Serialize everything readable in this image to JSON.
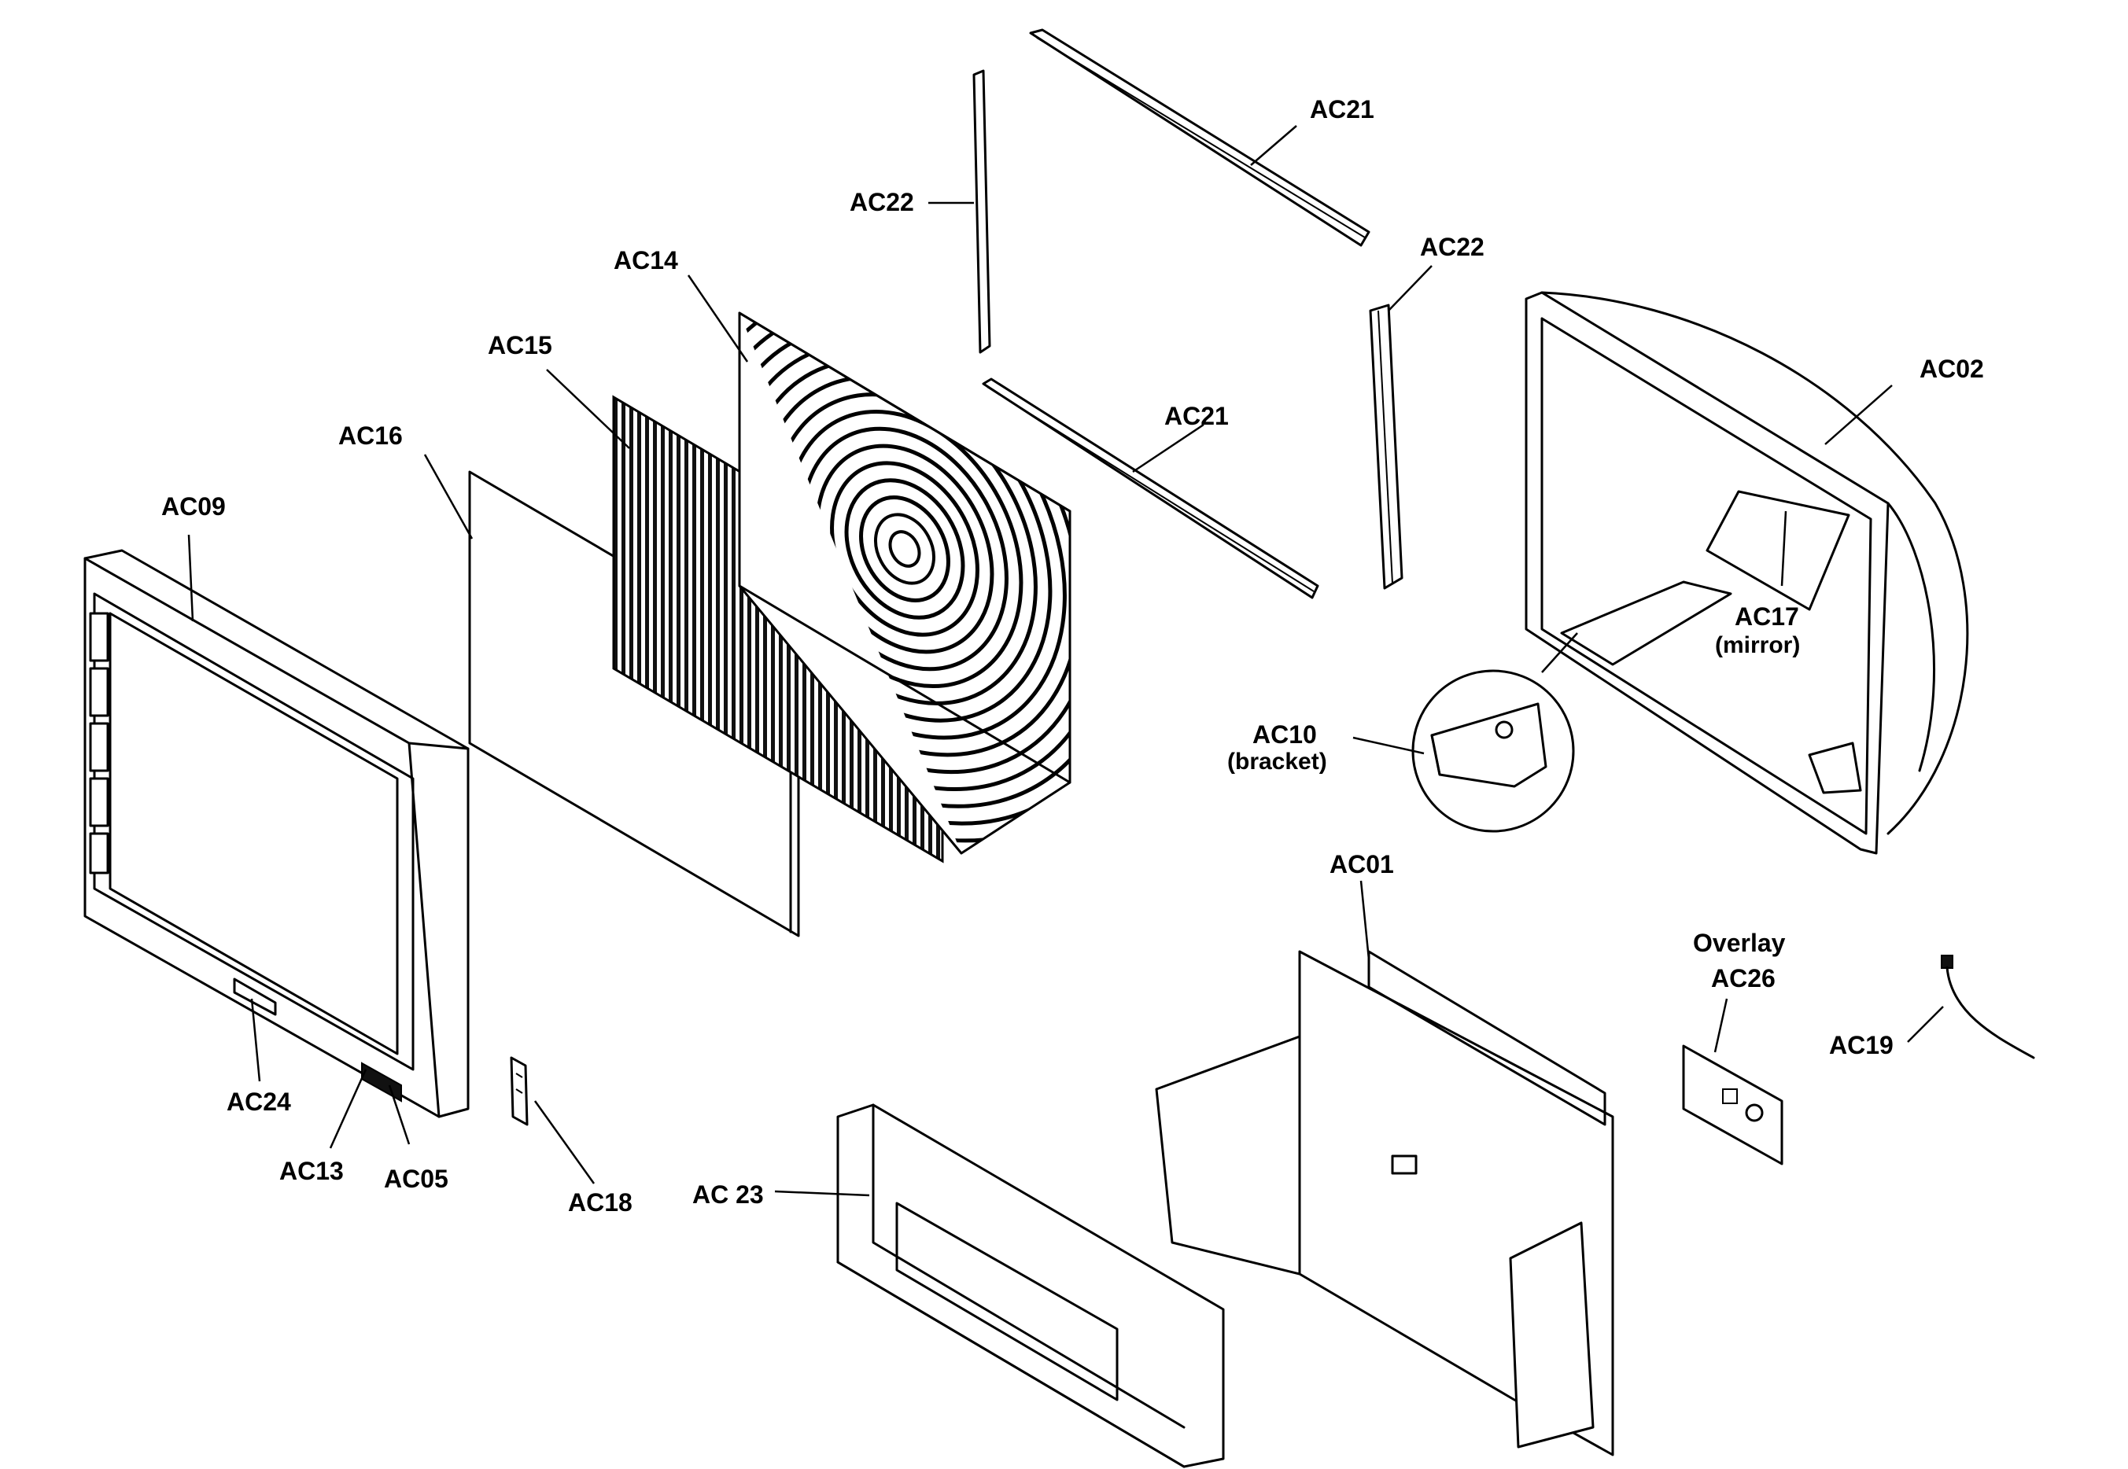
{
  "labels": {
    "ac01": "AC01",
    "ac02": "AC02",
    "ac05": "AC05",
    "ac09": "AC09",
    "ac10": "AC10",
    "ac10_note": "(bracket)",
    "ac13": "AC13",
    "ac14": "AC14",
    "ac15": "AC15",
    "ac16": "AC16",
    "ac17": "AC17",
    "ac17_note": "(mirror)",
    "ac18": "AC18",
    "ac19": "AC19",
    "ac21_top": "AC21",
    "ac21_mid": "AC21",
    "ac22_left": "AC22",
    "ac22_right": "AC22",
    "ac23": "AC 23",
    "ac24": "AC24",
    "overlay": "Overlay",
    "ac26": "AC26"
  }
}
